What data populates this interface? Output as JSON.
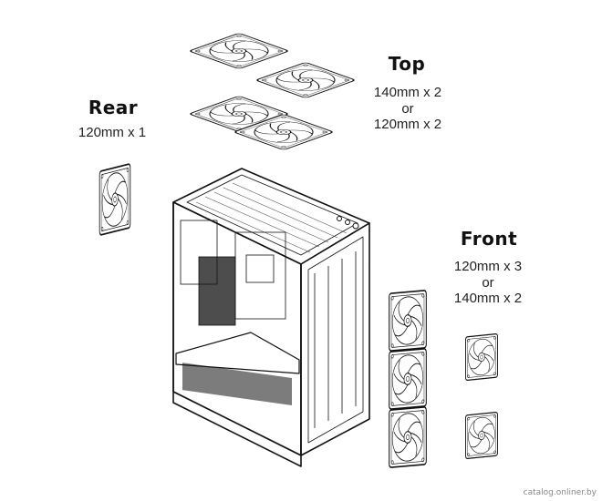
{
  "top": {
    "heading": "Top",
    "line1": "140mm x 2",
    "line2": "or",
    "line3": "120mm x 2"
  },
  "rear": {
    "heading": "Rear",
    "line1": "120mm x 1"
  },
  "front": {
    "heading": "Front",
    "line1": "120mm x 3",
    "line2": "or",
    "line3": "140mm x 2"
  },
  "watermark": "catalog.onliner.by"
}
